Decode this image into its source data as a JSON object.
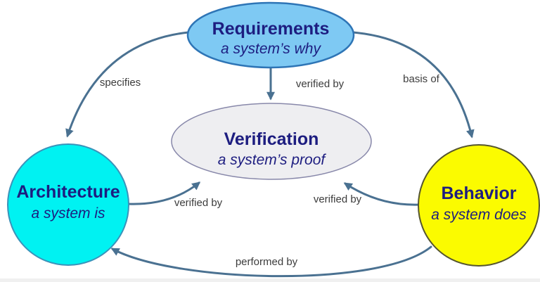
{
  "diagram": {
    "background": "#ffffff",
    "arrow_color": "#4a7191",
    "label_color": "#3c3c3c",
    "bottom_shadow_color": "#ebebeb",
    "nodes": {
      "requirements": {
        "title": "Requirements",
        "subtitle": "a system’s why",
        "fill": "#7ec9f3",
        "border": "#2e75b6",
        "text_color": "#1d1d80"
      },
      "verification": {
        "title": "Verification",
        "subtitle": "a system’s proof",
        "fill": "#eeeef1",
        "border": "#8888aa",
        "text_color": "#1d1d80"
      },
      "architecture": {
        "title": "Architecture",
        "subtitle": "a system is",
        "fill": "#00f2f2",
        "border": "#3a93ba",
        "text_color": "#1d1d80"
      },
      "behavior": {
        "title": "Behavior",
        "subtitle": "a system does",
        "fill": "#fbfb00",
        "border": "#55552f",
        "text_color": "#1d1d80"
      }
    },
    "edges": {
      "specifies": {
        "label": "specifies",
        "from": "Requirements",
        "to": "Architecture"
      },
      "verified_by_top": {
        "label": "verified by",
        "from": "Requirements",
        "to": "Verification"
      },
      "basis_of": {
        "label": "basis of",
        "from": "Requirements",
        "to": "Behavior"
      },
      "verified_by_left": {
        "label": "verified by",
        "from": "Architecture",
        "to": "Verification"
      },
      "verified_by_right": {
        "label": "verified by",
        "from": "Behavior",
        "to": "Verification"
      },
      "performed_by": {
        "label": "performed by",
        "from": "Behavior",
        "to": "Architecture"
      }
    }
  }
}
